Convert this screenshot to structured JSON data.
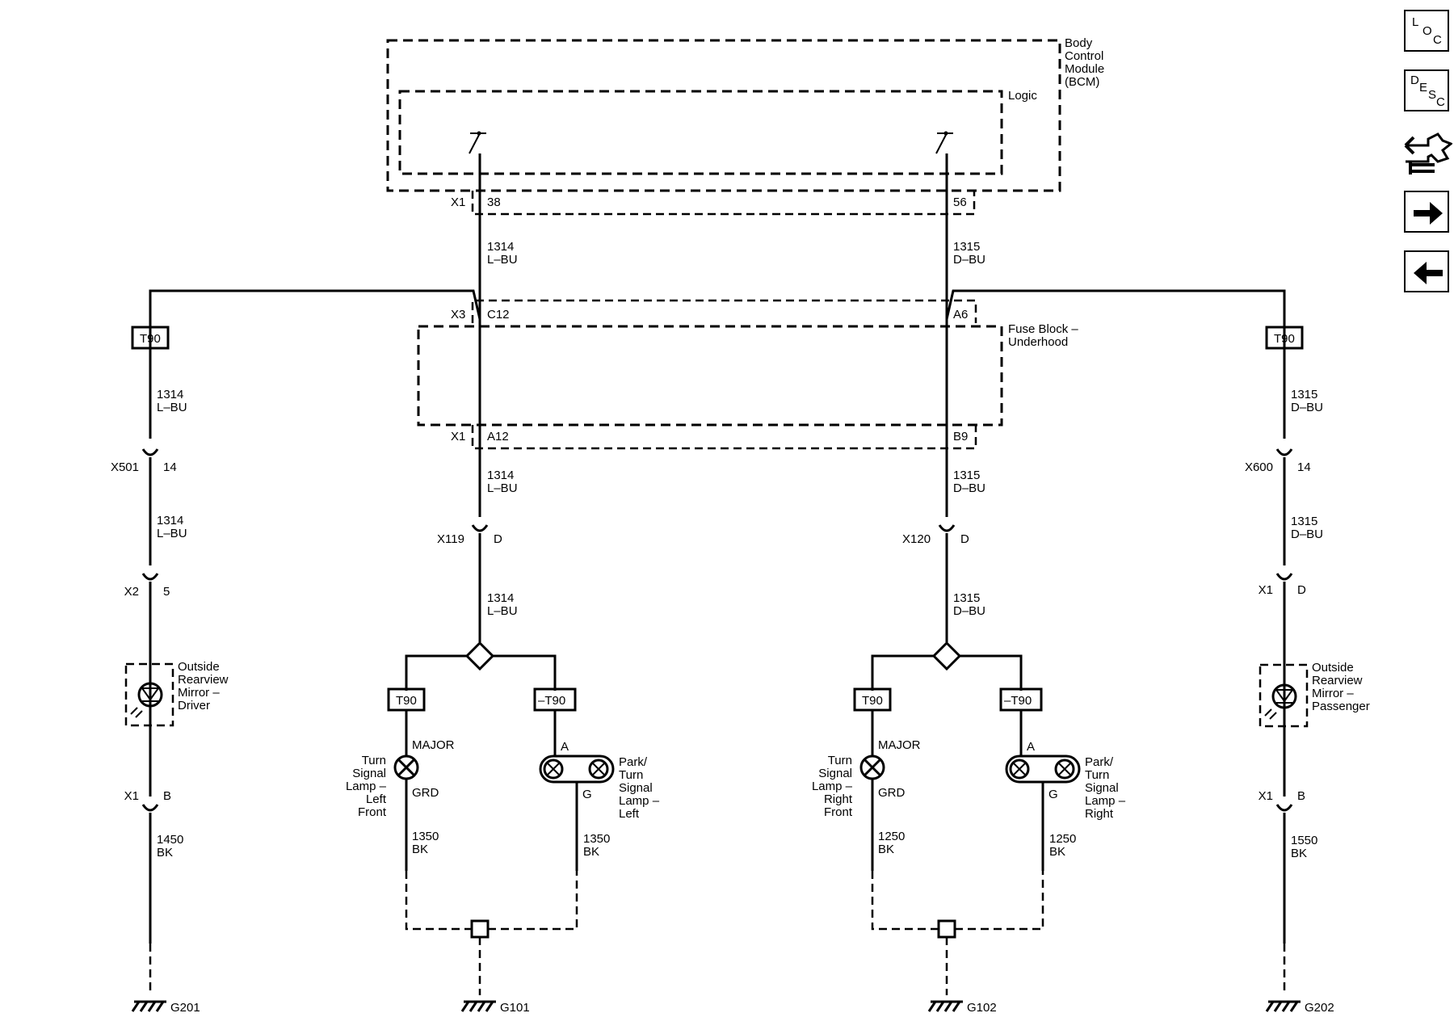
{
  "modules": {
    "bcm": "Body Control Module (BCM)",
    "bcm_lines": [
      "Body",
      "Control",
      "Module",
      "(BCM)"
    ],
    "logic": "Logic",
    "fuse_block_lines": [
      "Fuse Block –",
      "Underhood"
    ]
  },
  "connectors": {
    "bcm_x1": "X1",
    "bcm_pin_left": "38",
    "bcm_pin_right": "56",
    "fb_x3": "X3",
    "fb_pin_c12": "C12",
    "fb_pin_a6": "A6",
    "fb_x1": "X1",
    "fb_pin_a12": "A12",
    "fb_pin_b9": "B9",
    "x119": "X119",
    "x119_pin": "D",
    "x120": "X120",
    "x120_pin": "D",
    "x501": "X501",
    "x501_pin": "14",
    "x2": "X2",
    "x2_pin": "5",
    "x1_dl": "X1",
    "x1_dl_pin": "B",
    "x600": "X600",
    "x600_pin": "14",
    "x1_pu": "X1",
    "x1_pu_pin": "D",
    "x1_pl": "X1",
    "x1_pl_pin": "B"
  },
  "wires": {
    "c1314_num": "1314",
    "c1314_col": "L–BU",
    "c1315_num": "1315",
    "c1315_col": "D–BU",
    "w1450_num": "1450",
    "w1450_col": "BK",
    "w1350_num": "1350",
    "w1350_col": "BK",
    "w1250_num": "1250",
    "w1250_col": "BK",
    "w1550_num": "1550",
    "w1550_col": "BK"
  },
  "options": {
    "t90": "T90",
    "not_t90": "–T90"
  },
  "lamps": {
    "major": "MAJOR",
    "grd": "GRD",
    "pin_a": "A",
    "pin_g": "G",
    "turn_left": [
      "Turn",
      "Signal",
      "Lamp –",
      "Left",
      "Front"
    ],
    "park_left": [
      "Park/",
      "Turn",
      "Signal",
      "Lamp –",
      "Left"
    ],
    "turn_right": [
      "Turn",
      "Signal",
      "Lamp –",
      "Right",
      "Front"
    ],
    "park_right": [
      "Park/",
      "Turn",
      "Signal",
      "Lamp –",
      "Right"
    ],
    "mirror_driver": [
      "Outside",
      "Rearview",
      "Mirror –",
      "Driver"
    ],
    "mirror_passenger": [
      "Outside",
      "Rearview",
      "Mirror –",
      "Passenger"
    ]
  },
  "grounds": {
    "g201": "G201",
    "g101": "G101",
    "g102": "G102",
    "g202": "G202"
  },
  "sidebar": {
    "loc": {
      "l": "L",
      "o": "O",
      "c": "C"
    },
    "desc": {
      "d": "D",
      "e": "E",
      "s": "S",
      "c": "C"
    },
    "icons": [
      "connector-icon",
      "arrow-right-icon",
      "arrow-left-icon"
    ]
  }
}
